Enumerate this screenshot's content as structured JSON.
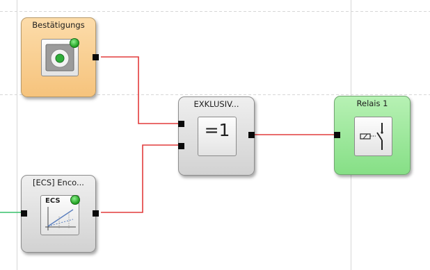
{
  "nodes": {
    "confirm": {
      "title": "Bestätigungs"
    },
    "xor": {
      "title": "EXKLUSIV...",
      "symbol": "=1"
    },
    "relay": {
      "title": "Relais 1"
    },
    "encoder": {
      "title": "[ECS] Enco...",
      "badge": "ECS"
    }
  },
  "colors": {
    "wire": "#e23b3b",
    "input_wire": "#36c06a",
    "confirm_fill": "#f6c37c",
    "relay_fill": "#86df86",
    "logic_fill": "#d2d2d2"
  },
  "icons": {
    "confirm": "push-button-icon",
    "xor": "xor-gate-icon",
    "relay": "relay-switch-icon",
    "encoder": "encoder-sensor-icon"
  }
}
